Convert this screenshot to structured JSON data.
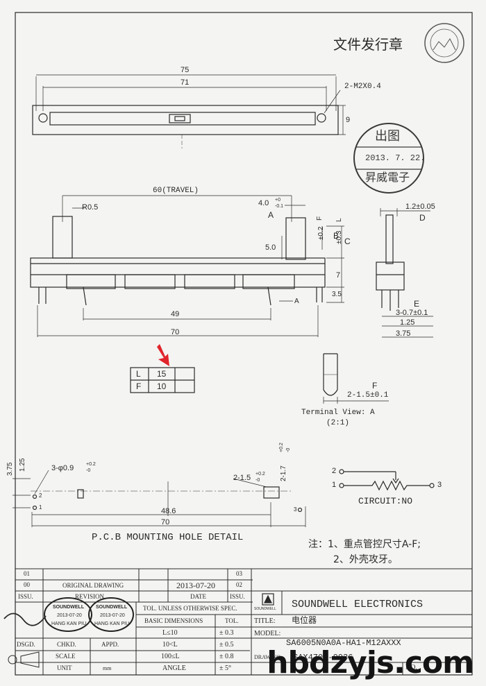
{
  "header": {
    "title": "文件发行章"
  },
  "top_view": {
    "dim_overall": "75",
    "dim_holes": "71",
    "mount_holes": "2-M2X0.4",
    "height": "9"
  },
  "stamp_outgoing": {
    "line1": "出图",
    "date": "2013. 7. 22.",
    "company": "昇威電子"
  },
  "side_view": {
    "travel": "60(TRAVEL)",
    "radius": "R0.5",
    "knob_width": "4.0",
    "knob_tol_up": "+0",
    "knob_tol_down": "-0.1",
    "label_A": "A",
    "label_B": "B",
    "label_C": "C",
    "label_D": "D",
    "label_E": "E",
    "label_F": "F",
    "dim_b": "±0.2",
    "dim_b_prefix": "F",
    "dim_c": "±0.3",
    "dim_c_prefix": "L",
    "dim_5": "5.0",
    "dim_7": "7",
    "dim_3_5": "3.5",
    "dim_49": "49",
    "dim_70": "70",
    "arrow_A": "A",
    "end_d": "1.2±0.05",
    "end_e": "3-0.7±0.1",
    "end_125": "1.25",
    "end_375": "3.75"
  },
  "lf_table": {
    "rows": [
      {
        "key": "L",
        "value": "15"
      },
      {
        "key": "F",
        "value": "10"
      }
    ]
  },
  "terminal": {
    "dim": "2-1.5±0.1",
    "caption": "Terminal View: A",
    "scale": "(2:1)"
  },
  "pcb": {
    "dim_375": "3.75",
    "dim_125": "1.25",
    "holes3": "3-φ0.9",
    "holes3_tol_up": "+0.2",
    "holes3_tol_down": "-0",
    "slots": "2-1.5",
    "slots_tol_up": "+0.2",
    "slots_tol_down": "-0",
    "slot_len": "2-1.7",
    "slot_len_tol_up": "+0.2",
    "slot_len_tol_down": "-0",
    "dim_486": "48.6",
    "dim_70": "70",
    "pin_1": "1",
    "pin_2": "2",
    "pin_3": "3",
    "caption": "P.C.B MOUNTING HOLE DETAIL"
  },
  "circuit": {
    "pin_1": "1",
    "pin_2": "2",
    "pin_3": "3",
    "caption": "CIRCUIT:NO"
  },
  "notes": {
    "line1": "注：1、重点管控尺寸A-F;",
    "line2": "2、外壳攻牙。"
  },
  "title_block": {
    "rev_01": "01",
    "rev_00": "00",
    "issu_label": "ISSU.",
    "original_drawing": "ORIGINAL  DRAWING",
    "revision": "REVISION",
    "date_value": "2013-07-20",
    "date_label": "DATE",
    "rev_03": "03",
    "rev_02": "02",
    "issu_label_right": "ISSU.",
    "dsgd": "DSGD.",
    "chkd": "CHKD.",
    "appd": "APPD.",
    "scale": "SCALE",
    "unit": "UNIT",
    "unit_value": "mm",
    "tol_header": "TOL. UNLESS OTHERWISE SPEC.",
    "basic_dims": "BASIC DIMENSIONS",
    "tol": "TOL.",
    "tol_rows": [
      {
        "range": "L≤10",
        "tol": "± 0.3"
      },
      {
        "range": "10<L",
        "tol": "± 0.5"
      },
      {
        "range": "100≤L",
        "tol": "± 0.8"
      },
      {
        "range": "ANGLE",
        "tol": "± 5°"
      }
    ],
    "company": "SOUNDWELL  ELECTRONICS",
    "logo_text": "SOUNDWELL",
    "title_label": "TITLE:",
    "title_value": "电位器",
    "model_label": "MODEL:",
    "model_value": "SA6005N0A0A-HA1-M12AXXX",
    "drawing_label": "DRAWING",
    "drawing_value": "SAX4705-0036",
    "no_label": "NO.",
    "stamp_name": "SOUNDWELL",
    "stamp_date": "2013-07-20",
    "stamp_sub": "HANG KAN PIU"
  },
  "footer": {
    "watermark": "hbdzyjs.com"
  },
  "colors": {
    "ink": "#2a2a2a",
    "paper": "#f4f4f2",
    "arrow": "#e0242b"
  }
}
